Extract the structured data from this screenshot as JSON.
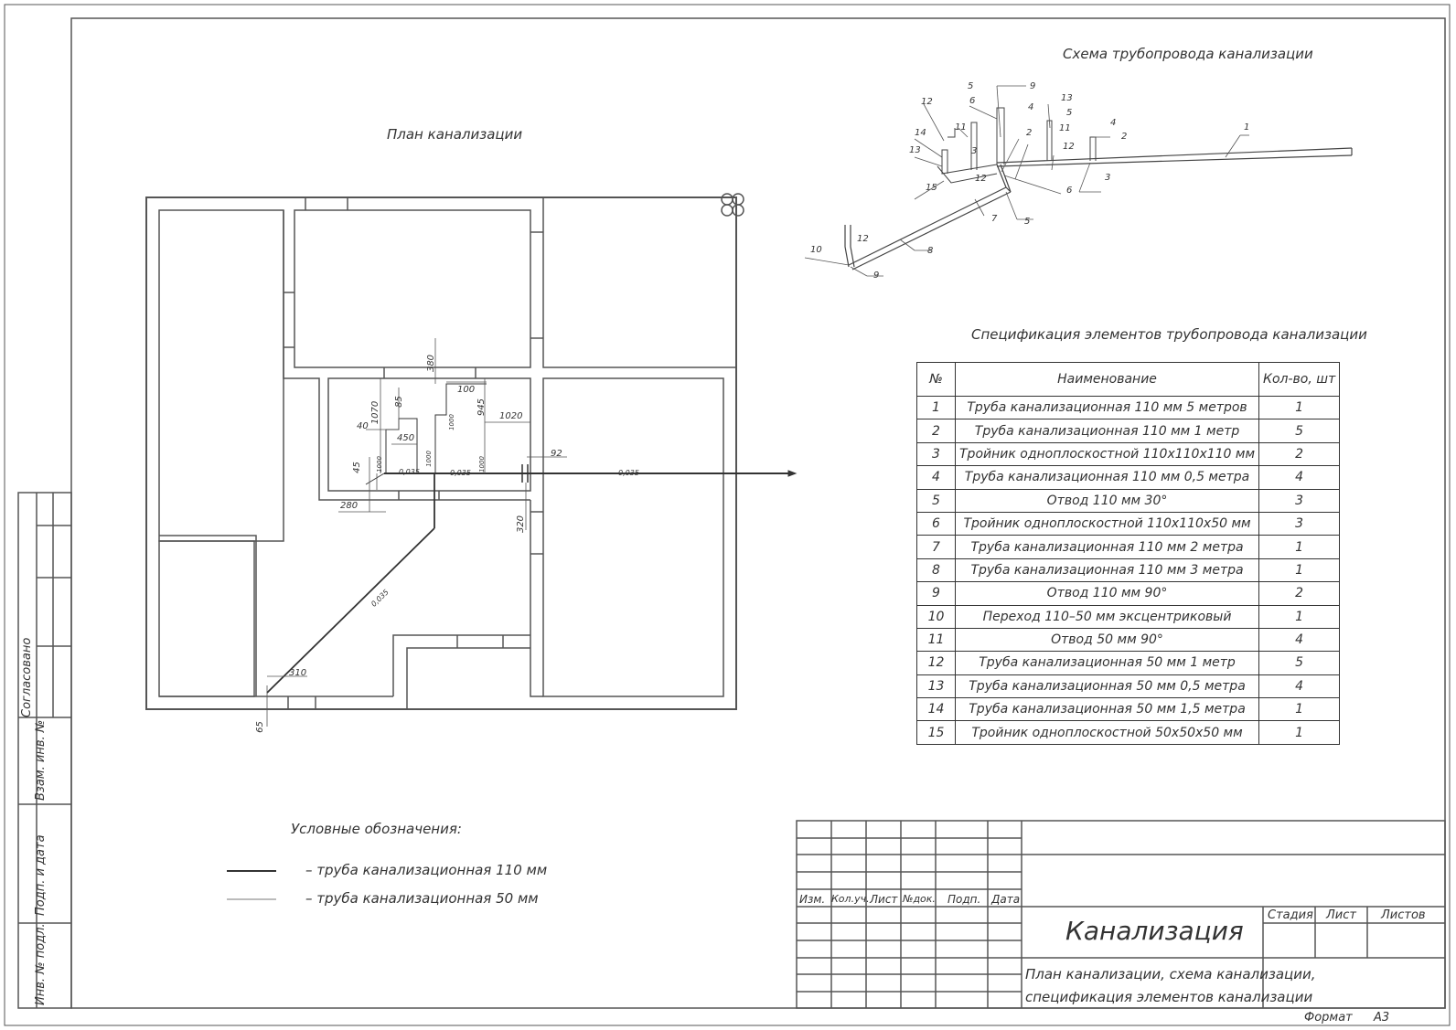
{
  "titles": {
    "plan": "План канализации",
    "scheme": "Схема трубопровода канализации",
    "spec": "Спецификация элементов трубопровода канализации"
  },
  "legend": {
    "title": "Условные обозначения:",
    "items": [
      {
        "label": "– труба канализационная  110 мм"
      },
      {
        "label": "– труба канализационная  50 мм"
      }
    ]
  },
  "spec_table": {
    "headers": [
      "№",
      "Наименование",
      "Кол-во, шт"
    ],
    "rows": [
      [
        "1",
        "Труба канализационная 110 мм 5 метров",
        "1"
      ],
      [
        "2",
        "Труба канализационная 110 мм 1 метр",
        "5"
      ],
      [
        "3",
        "Тройник одноплоскостной 110х110х110 мм",
        "2"
      ],
      [
        "4",
        "Труба канализационная 110 мм 0,5 метра",
        "4"
      ],
      [
        "5",
        "Отвод 110 мм 30°",
        "3"
      ],
      [
        "6",
        "Тройник одноплоскостной 110х110х50 мм",
        "3"
      ],
      [
        "7",
        "Труба канализационная 110 мм 2 метра",
        "1"
      ],
      [
        "8",
        "Труба канализационная 110 мм 3 метра",
        "1"
      ],
      [
        "9",
        "Отвод 110 мм 90°",
        "2"
      ],
      [
        "10",
        "Переход 110–50 мм эксцентриковый",
        "1"
      ],
      [
        "11",
        "Отвод 50 мм 90°",
        "4"
      ],
      [
        "12",
        "Труба канализационная 50 мм 1 метр",
        "5"
      ],
      [
        "13",
        "Труба канализационная 50 мм 0,5 метра",
        "4"
      ],
      [
        "14",
        "Труба канализационная 50 мм 1,5 метра",
        "1"
      ],
      [
        "15",
        "Тройник одноплоскостной 50х50х50 мм",
        "1"
      ]
    ]
  },
  "title_block": {
    "columns": [
      "Изм.",
      "Кол.уч.",
      "Лист",
      "№док.",
      "Подп.",
      "Дата"
    ],
    "drawing_title": "Канализация",
    "description_line1": "План канализации, схема канализации,",
    "description_line2": "спецификация элементов канализации",
    "stage_label": "Стадия",
    "sheet_label": "Лист",
    "sheets_label": "Листов",
    "format_label": "Формат",
    "format_value": "А3"
  },
  "side_stamp": {
    "agreed": "Согласовано",
    "inv_replace": "Взам. инв. №",
    "sign_date": "Подп. и дата",
    "inv_orig": "Инв. № подл."
  },
  "plan_dimensions": [
    "380",
    "100",
    "945",
    "1070",
    "85",
    "1020",
    "40",
    "450",
    "92",
    "45",
    "280",
    "320",
    "310",
    "65"
  ],
  "plan_slopes": [
    "0,035",
    "0,035",
    "0,035",
    "0,035"
  ],
  "plan_markers": [
    "1000",
    "1000",
    "1000",
    "1000"
  ],
  "scheme_callouts": [
    "1",
    "2",
    "3",
    "4",
    "5",
    "6",
    "7",
    "8",
    "9",
    "10",
    "11",
    "12",
    "13",
    "14",
    "15"
  ]
}
